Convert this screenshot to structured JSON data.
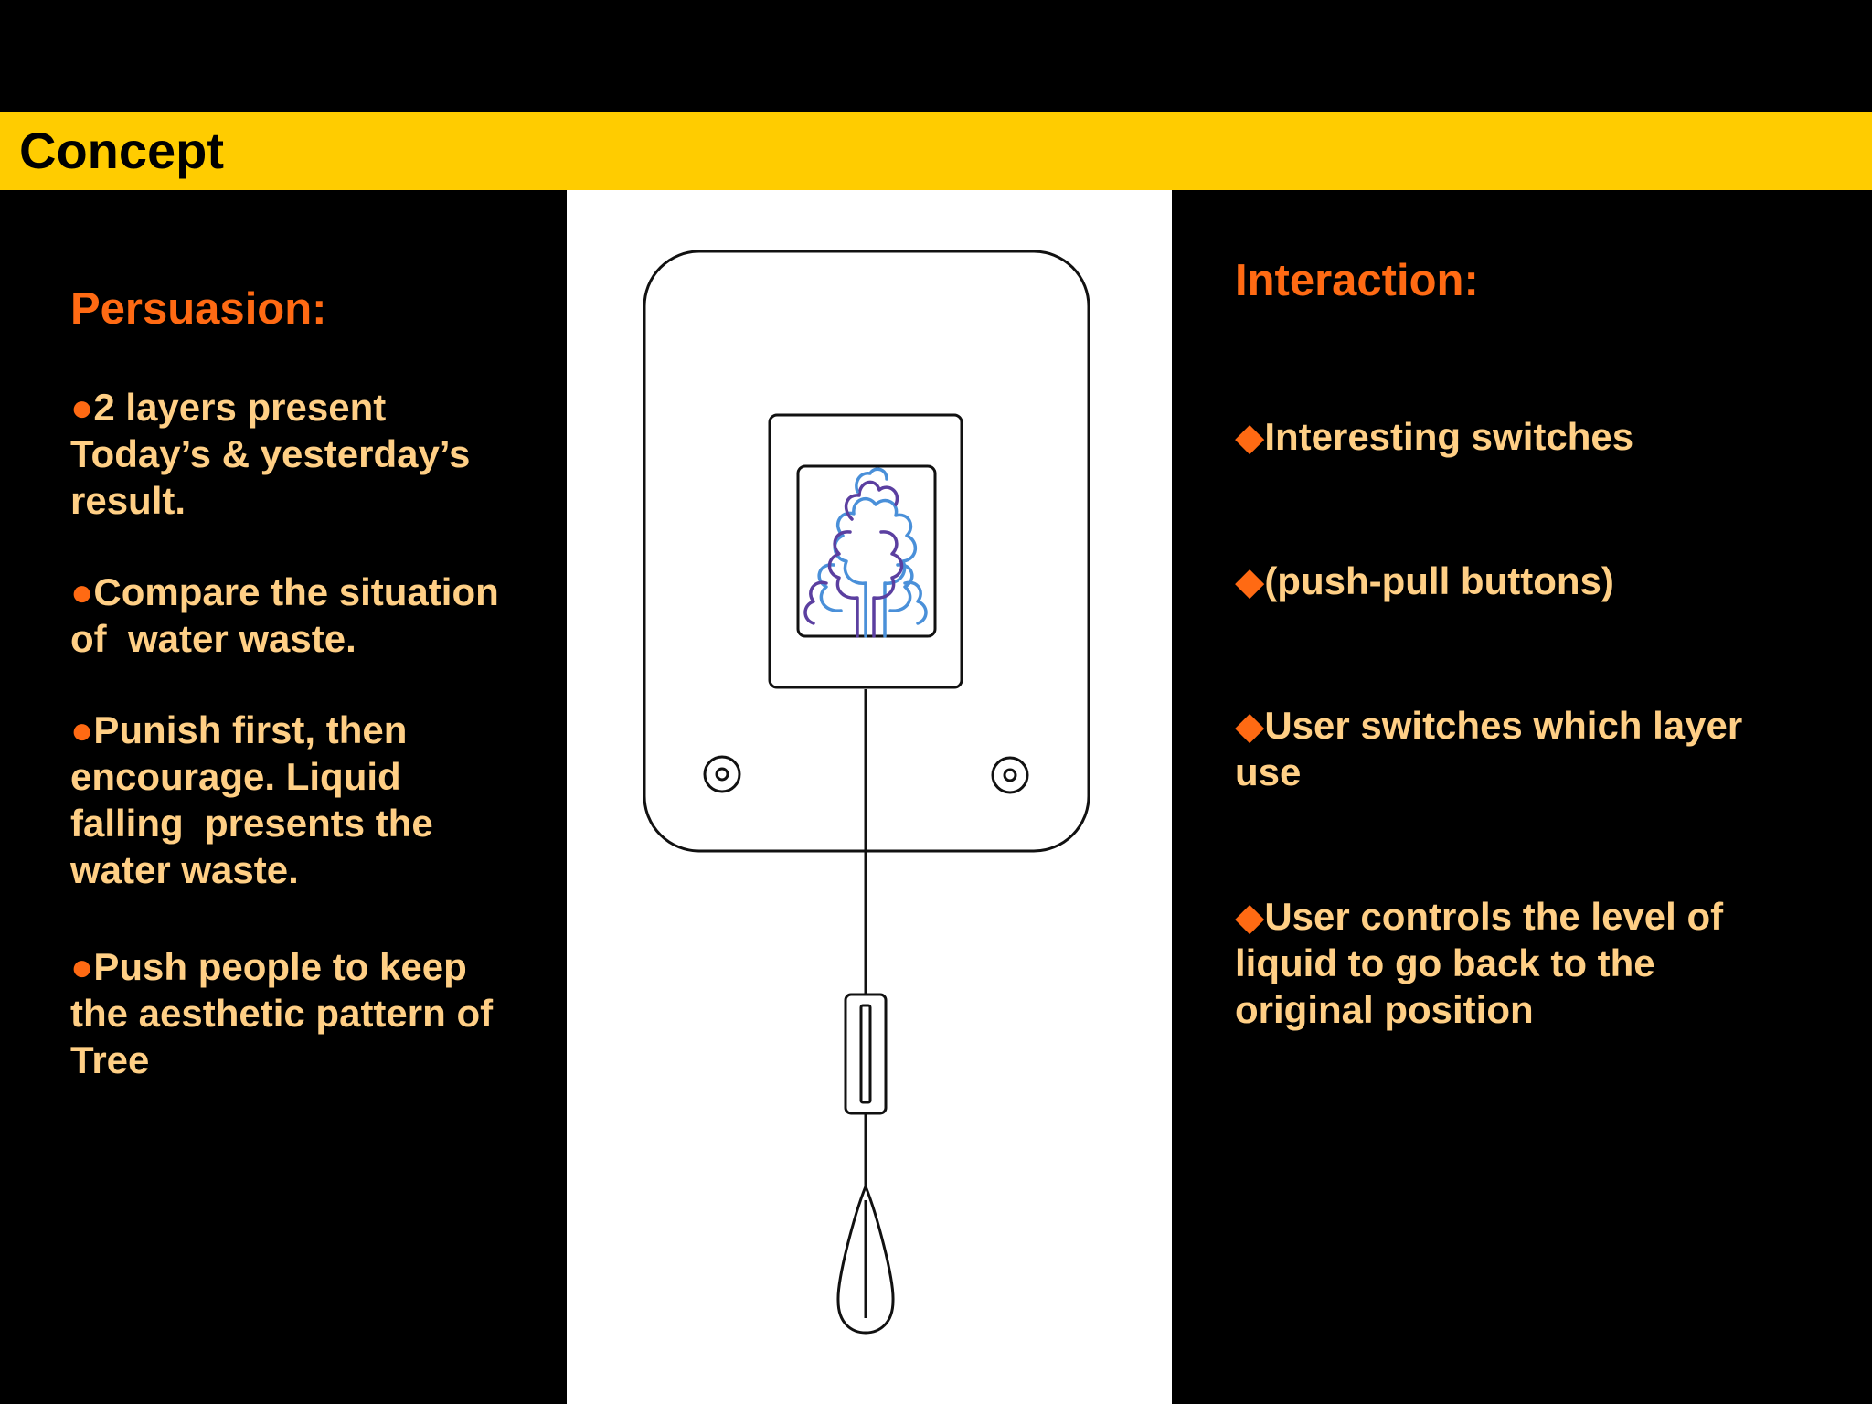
{
  "header": {
    "title": "Concept"
  },
  "left": {
    "heading": "Persuasion:",
    "bullet_symbol": "●",
    "bullets": [
      {
        "lines": [
          "2 layers present",
          "Today’s & yesterday’s",
          "result."
        ]
      },
      {
        "lines": [
          "Compare the situation",
          "of  water waste."
        ]
      },
      {
        "lines": [
          "Punish first, then",
          "encourage. Liquid",
          "falling  presents the",
          "water waste."
        ]
      },
      {
        "lines": [
          "Push people to keep",
          "the aesthetic pattern of",
          "Tree"
        ]
      }
    ]
  },
  "right": {
    "heading": "Interaction:",
    "bullet_symbol": "◆",
    "bullets": [
      {
        "lines": [
          "Interesting switches"
        ]
      },
      {
        "lines": [
          "(push-pull buttons)"
        ]
      },
      {
        "lines": [
          "User switches which layer",
          "use"
        ]
      },
      {
        "lines": [
          "User controls the level of",
          "liquid to go back to the",
          "original position"
        ]
      }
    ]
  },
  "colors": {
    "banner": "#FFCC00",
    "heading": "#FF6A13",
    "body_text": "#FFCF85",
    "background": "#000000",
    "panel": "#FFFFFF",
    "tree_pattern": [
      "#4A90D9",
      "#5B3FA0"
    ]
  },
  "illustration": {
    "subject": "wall-mounted device with tree pattern display and pull-cord switch",
    "icons": [
      "screw-icon",
      "tree-pattern-icon",
      "pull-handle-icon"
    ]
  }
}
